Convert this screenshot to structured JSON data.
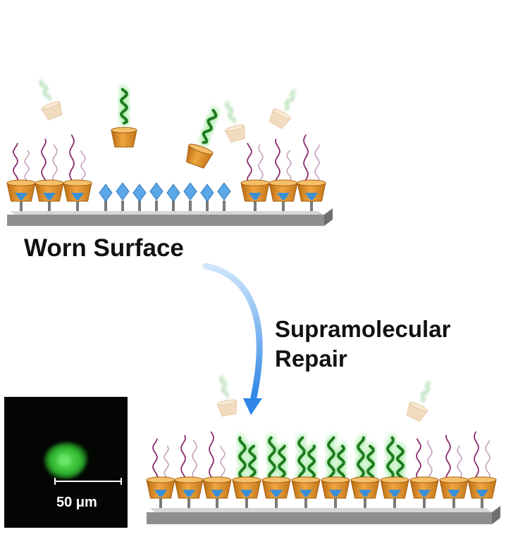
{
  "labels": {
    "worn_surface": "Worn Surface",
    "repair_line1": "Supramolecular",
    "repair_line2": "Repair",
    "scale_bar": "50 μm"
  },
  "colors": {
    "cup_orange": "#d98a1e",
    "cup_faded": "#f2dcc0",
    "anchor_blue": "#3b8fd6",
    "diamond_blue": "#5aa8e8",
    "chain_purple": "#8a2a6e",
    "chain_green": "#1f7a1f",
    "glow_green": "#8ee68e",
    "substrate": "#9a9a9a",
    "arrow_blue": "#3d8fe8"
  },
  "icons": {
    "host_molecule": "truncated-cone-cup-icon",
    "vacant_site": "blue-diamond-icon",
    "arrow": "curved-arrow-down-icon"
  }
}
